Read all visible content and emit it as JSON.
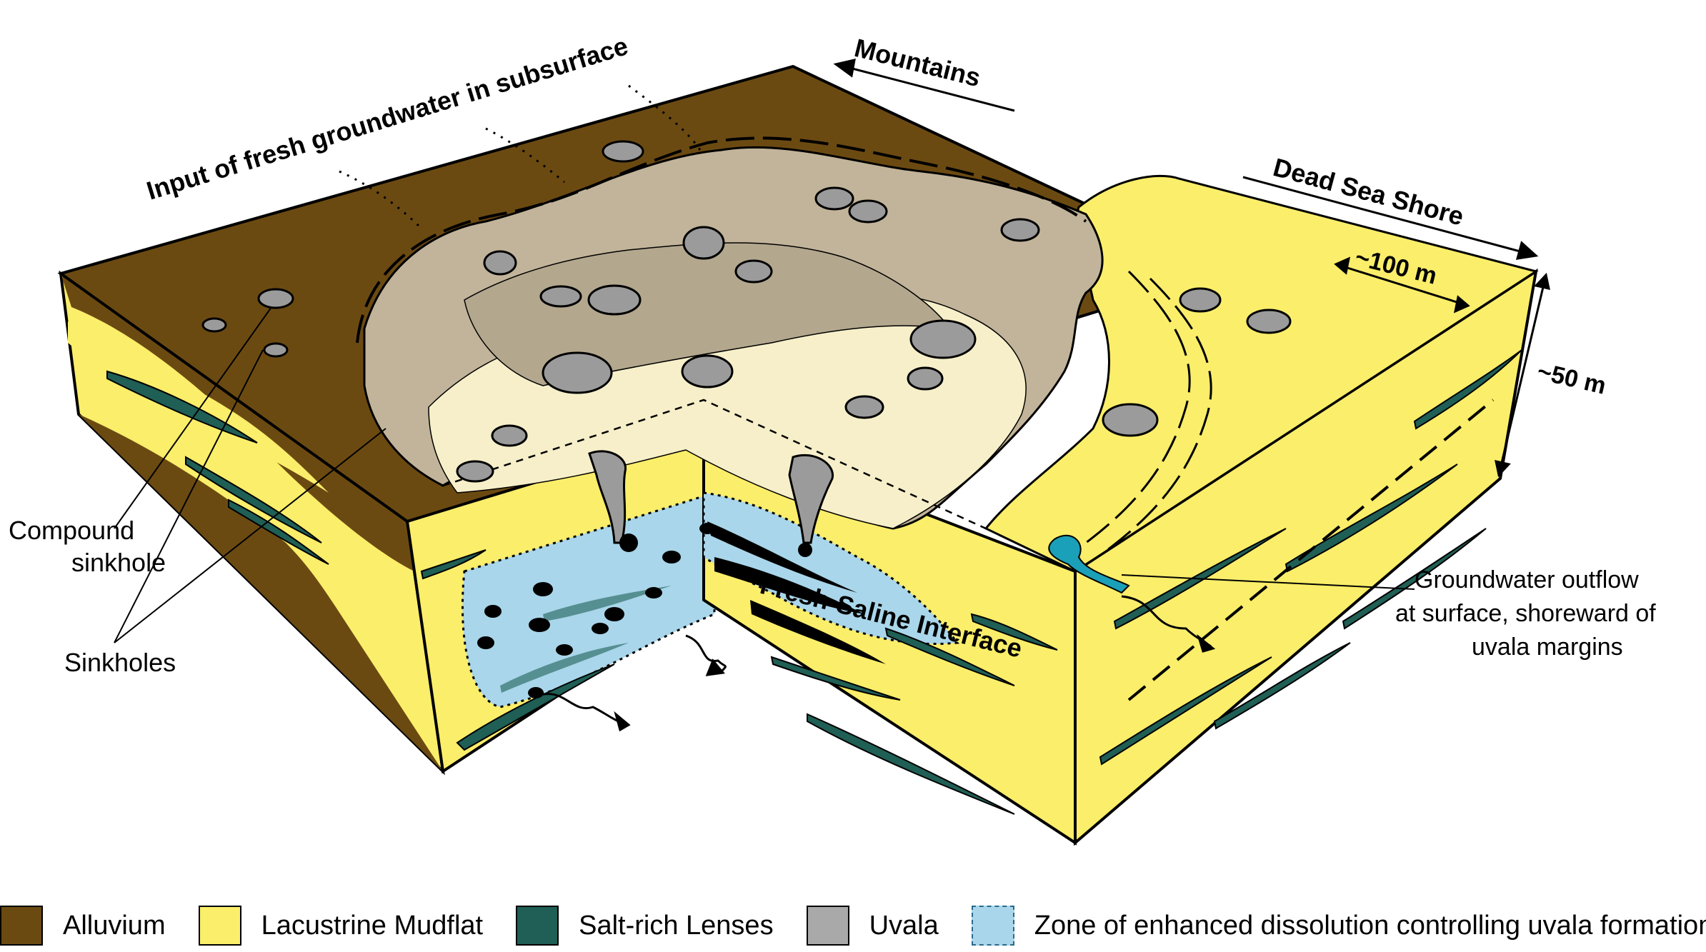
{
  "labels": {
    "mountains": "Mountains",
    "input_groundwater": "Input of fresh groundwater in subsurface",
    "dead_sea_shore": "Dead Sea Shore",
    "scale_100m": "~100 m",
    "scale_50m": "~50 m",
    "compound_sinkhole_line1": "Compound",
    "compound_sinkhole_line2": "sinkhole",
    "sinkholes": "Sinkholes",
    "fresh_saline_interface": "Fresh-Saline Interface",
    "outflow_line1": "Groundwater outflow",
    "outflow_line2": "at surface, shoreward of",
    "outflow_line3": "uvala margins"
  },
  "legend": [
    {
      "label": "Alluvium",
      "color": "#6b4a12"
    },
    {
      "label": "Lacustrine Mudflat",
      "color": "#fbee6a"
    },
    {
      "label": "Salt-rich Lenses",
      "color": "#1f5f55"
    },
    {
      "label": "Uvala",
      "color": "#a9a9a9"
    },
    {
      "label": "Zone of enhanced dissolution controlling uvala formation",
      "color": "#a9d6ea"
    }
  ],
  "colors": {
    "alluvium": "#6b4a12",
    "mudflat": "#fbee6a",
    "salt": "#1f5f55",
    "uvala_outer": "#c2b49a",
    "uvala_mid": "#b3a78e",
    "uvala_inner": "#a3977f",
    "pale": "#f6efc9",
    "zone": "#a9d6ea",
    "sinkhole": "#9b9b9b",
    "outflow": "#1aa0b8"
  }
}
